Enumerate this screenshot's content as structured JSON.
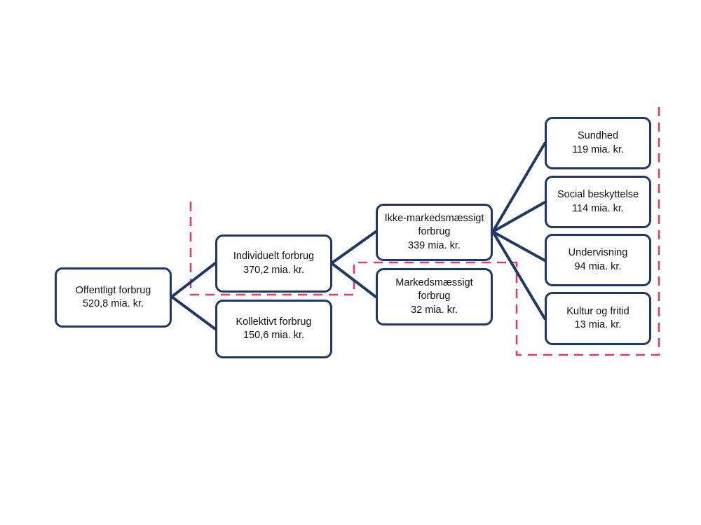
{
  "nodes": [
    {
      "id": "offentligt",
      "title": "Offentligt forbrug",
      "value": "520,8 mia. kr."
    },
    {
      "id": "individuelt",
      "title": "Individuelt forbrug",
      "value": "370,2 mia. kr."
    },
    {
      "id": "kollektivt",
      "title": "Kollektivt forbrug",
      "value": "150,6 mia. kr."
    },
    {
      "id": "ikke_marked",
      "title": "Ikke-markedsmæssigt forbrug",
      "value": "339 mia. kr."
    },
    {
      "id": "marked",
      "title": "Markedsmæssigt forbrug",
      "value": "32 mia. kr."
    },
    {
      "id": "sundhed",
      "title": "Sundhed",
      "value": "119 mia. kr."
    },
    {
      "id": "social",
      "title": "Social beskyttelse",
      "value": "114 mia. kr."
    },
    {
      "id": "undervisning",
      "title": "Undervisning",
      "value": "94 mia. kr."
    },
    {
      "id": "kultur",
      "title": "Kultur og fritid",
      "value": "13 mia. kr."
    }
  ],
  "edges": [
    {
      "from": "offentligt",
      "to": "individuelt"
    },
    {
      "from": "offentligt",
      "to": "kollektivt"
    },
    {
      "from": "individuelt",
      "to": "ikke_marked"
    },
    {
      "from": "individuelt",
      "to": "marked"
    },
    {
      "from": "ikke_marked",
      "to": "sundhed"
    },
    {
      "from": "ikke_marked",
      "to": "social"
    },
    {
      "from": "ikke_marked",
      "to": "undervisning"
    },
    {
      "from": "ikke_marked",
      "to": "kultur"
    }
  ],
  "colors": {
    "node_border": "#1F3864",
    "connector": "#1F3864",
    "dashed_outline": "#DE3A6E",
    "text": "#111111",
    "background": "#FFFFFF"
  }
}
